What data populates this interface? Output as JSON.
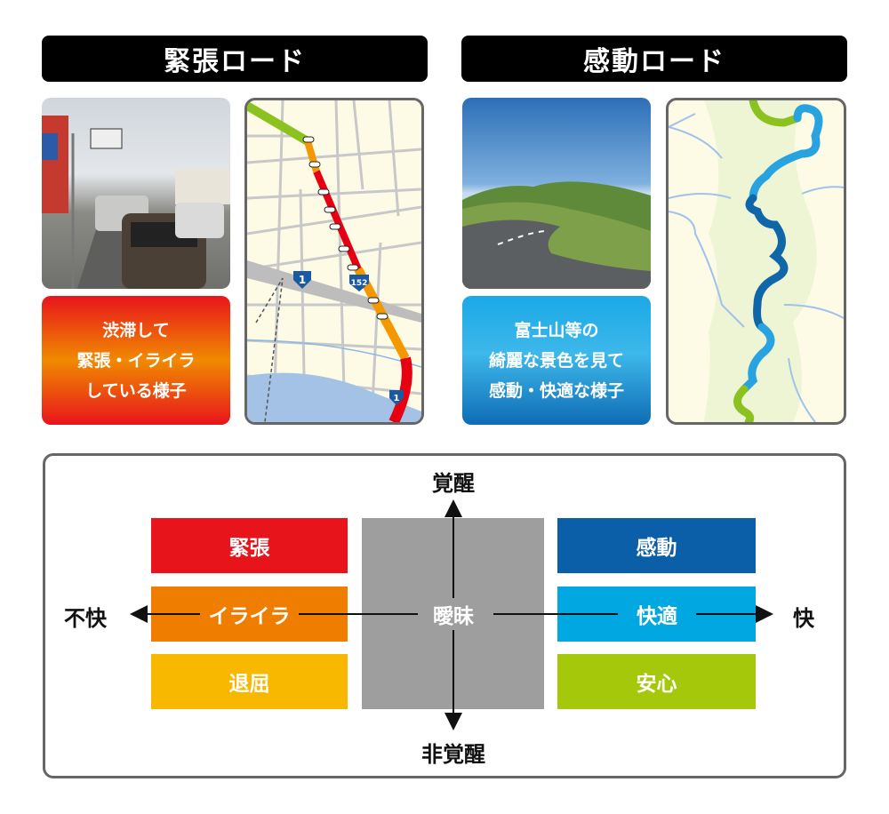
{
  "left": {
    "title": "緊張ロード",
    "caption": [
      "渋滞して",
      "緊張・イライラ",
      "している様子"
    ],
    "map_route_labels": [
      "1",
      "152",
      "1"
    ]
  },
  "right": {
    "title": "感動ロード",
    "caption": [
      "富士山等の",
      "綺麗な景色を見て",
      "感動・快適な様子"
    ]
  },
  "diagram": {
    "axis_top": "覚醒",
    "axis_bottom": "非覚醒",
    "axis_left": "不快",
    "axis_right": "快",
    "left_boxes": [
      {
        "label": "緊張",
        "color": "#e8141c"
      },
      {
        "label": "イライラ",
        "color": "#ef7d00"
      },
      {
        "label": "退屈",
        "color": "#f9b800"
      }
    ],
    "center_box": {
      "label": "曖昧",
      "color": "#9e9e9e"
    },
    "right_boxes": [
      {
        "label": "感動",
        "color": "#0b5ea8"
      },
      {
        "label": "快適",
        "color": "#00a7e0"
      },
      {
        "label": "安心",
        "color": "#a6c80a"
      }
    ]
  }
}
